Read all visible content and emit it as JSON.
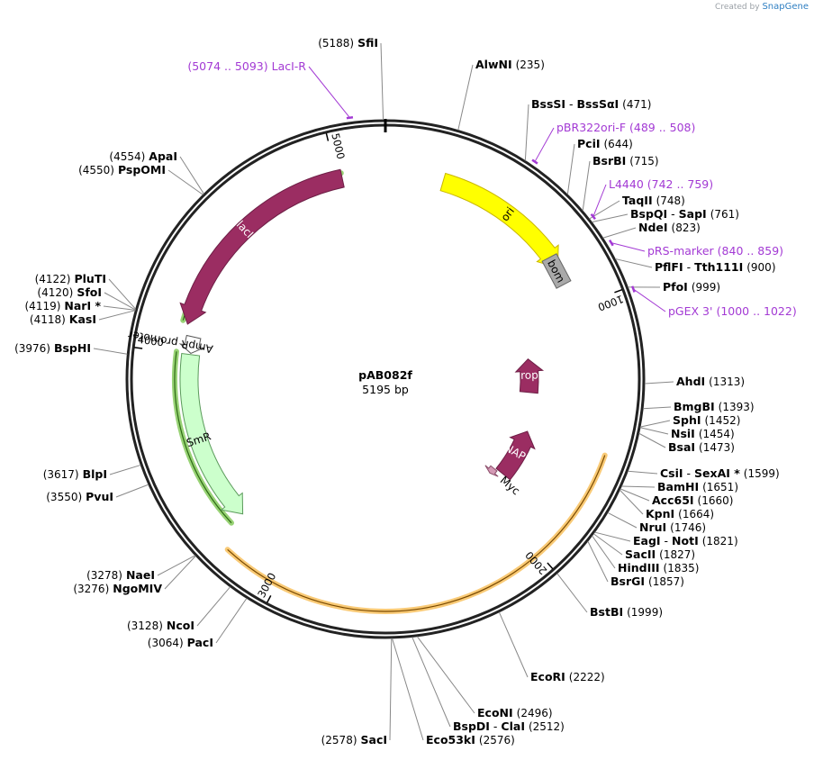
{
  "credit": {
    "prefix": "Created by",
    "brand": "SnapGene"
  },
  "plasmid": {
    "name": "pAB082f",
    "length_label": "5195 bp",
    "length": 5195
  },
  "ticks": [
    {
      "bp": 1000,
      "label": "1000"
    },
    {
      "bp": 2000,
      "label": "2000"
    },
    {
      "bp": 3000,
      "label": "3000"
    },
    {
      "bp": 4000,
      "label": "4000"
    },
    {
      "bp": 5000,
      "label": "5000"
    }
  ],
  "features": [
    {
      "id": "ori",
      "label": "ori",
      "start": 235,
      "end": 824,
      "color": "#ffff00",
      "stroke": "#c9b600",
      "text": "#000000",
      "strand": "+"
    },
    {
      "id": "rop",
      "label": "rop",
      "start": 1183,
      "end": 1375,
      "color": "#9b2d62",
      "stroke": "#6e1f46",
      "text": "#ffffff",
      "strand": "-"
    },
    {
      "id": "rnap",
      "label": "RNAP ω",
      "start": 1590,
      "end": 1860,
      "color": "#9b2d62",
      "stroke": "#6e1f46",
      "text": "#ffffff",
      "strand": "-"
    },
    {
      "id": "myc",
      "label": "Myc",
      "start": 1868,
      "end": 1904,
      "color": "#d49ab5",
      "stroke": "#8c4f6c",
      "text": "#000000",
      "strand": "+"
    },
    {
      "id": "smr",
      "label": "SmR",
      "start": 3270,
      "end": 4000,
      "color": "#ccffcc",
      "stroke": "#5a9a5a",
      "text": "#000000",
      "strand": "-"
    },
    {
      "id": "ampr",
      "label": "AmpR promoter",
      "start": 4005,
      "end": 4075,
      "color": "#ffffff",
      "stroke": "#555555",
      "text": "#000000",
      "strand": "-"
    },
    {
      "id": "laci",
      "label": "lacI",
      "start": 4120,
      "end": 5020,
      "color": "#9b2d62",
      "stroke": "#6e1f46",
      "text": "#ffffff",
      "strand": "-"
    }
  ],
  "inner_boxes": [
    {
      "id": "bom",
      "label": "bom",
      "color": "#a9a9a9",
      "text": "#000000"
    }
  ],
  "highlights": [
    {
      "id": "orange-cds",
      "start": 1575,
      "end": 3215,
      "color": "#f7b43c"
    },
    {
      "id": "green-smr",
      "start": 3275,
      "end": 4005,
      "color": "#6cbf3a"
    },
    {
      "id": "green-laci",
      "start": 4130,
      "end": 5020,
      "color": "#6cbf3a"
    }
  ],
  "primers": [
    {
      "name": "pBR322ori-F",
      "range": "(489 .. 508)",
      "bp": 498
    },
    {
      "name": "L4440",
      "range": "(742 .. 759)",
      "bp": 750
    },
    {
      "name": "pRS-marker",
      "range": "(840 .. 859)",
      "bp": 850
    },
    {
      "name": "pGEX 3'",
      "range": "(1000 .. 1022)",
      "bp": 1011
    },
    {
      "name": "LacI-R",
      "range": "(5074 .. 5093)",
      "bp": 5083
    }
  ],
  "sites": [
    {
      "names": [
        "SfiI"
      ],
      "pos": "(5188)",
      "bp": 5188,
      "side": "left"
    },
    {
      "names": [
        "AlwNI"
      ],
      "pos": "(235)",
      "bp": 235,
      "side": "right"
    },
    {
      "names": [
        "BssSI",
        "BssSαI"
      ],
      "pos": "(471)",
      "bp": 471,
      "side": "right"
    },
    {
      "names": [
        "PciI"
      ],
      "pos": "(644)",
      "bp": 644,
      "side": "right"
    },
    {
      "names": [
        "BsrBI"
      ],
      "pos": "(715)",
      "bp": 715,
      "side": "right"
    },
    {
      "names": [
        "TaqII"
      ],
      "pos": "(748)",
      "bp": 748,
      "side": "right"
    },
    {
      "names": [
        "BspQI",
        "SapI"
      ],
      "pos": "(761)",
      "bp": 761,
      "side": "right"
    },
    {
      "names": [
        "NdeI"
      ],
      "pos": "(823)",
      "bp": 823,
      "side": "right"
    },
    {
      "names": [
        "PflFI",
        "Tth111I"
      ],
      "pos": "(900)",
      "bp": 900,
      "side": "right"
    },
    {
      "names": [
        "PfoI"
      ],
      "pos": "(999)",
      "bp": 999,
      "side": "right"
    },
    {
      "names": [
        "AhdI"
      ],
      "pos": "(1313)",
      "bp": 1313,
      "side": "right"
    },
    {
      "names": [
        "BmgBI"
      ],
      "pos": "(1393)",
      "bp": 1393,
      "side": "right"
    },
    {
      "names": [
        "SphI"
      ],
      "pos": "(1452)",
      "bp": 1452,
      "side": "right"
    },
    {
      "names": [
        "NsiI"
      ],
      "pos": "(1454)",
      "bp": 1454,
      "side": "right"
    },
    {
      "names": [
        "BsaI"
      ],
      "pos": "(1473)",
      "bp": 1473,
      "side": "right"
    },
    {
      "names": [
        "CsiI",
        "SexAI *"
      ],
      "pos": "(1599)",
      "bp": 1599,
      "side": "right"
    },
    {
      "names": [
        "BamHI"
      ],
      "pos": "(1651)",
      "bp": 1651,
      "side": "right"
    },
    {
      "names": [
        "Acc65I"
      ],
      "pos": "(1660)",
      "bp": 1660,
      "side": "right"
    },
    {
      "names": [
        "KpnI"
      ],
      "pos": "(1664)",
      "bp": 1664,
      "side": "right"
    },
    {
      "names": [
        "NruI"
      ],
      "pos": "(1746)",
      "bp": 1746,
      "side": "right"
    },
    {
      "names": [
        "EagI",
        "NotI"
      ],
      "pos": "(1821)",
      "bp": 1821,
      "side": "right"
    },
    {
      "names": [
        "SacII"
      ],
      "pos": "(1827)",
      "bp": 1827,
      "side": "right"
    },
    {
      "names": [
        "HindIII"
      ],
      "pos": "(1835)",
      "bp": 1835,
      "side": "right"
    },
    {
      "names": [
        "BsrGI"
      ],
      "pos": "(1857)",
      "bp": 1857,
      "side": "right"
    },
    {
      "names": [
        "BstBI"
      ],
      "pos": "(1999)",
      "bp": 1999,
      "side": "right"
    },
    {
      "names": [
        "EcoRI"
      ],
      "pos": "(2222)",
      "bp": 2222,
      "side": "right"
    },
    {
      "names": [
        "EcoNI"
      ],
      "pos": "(2496)",
      "bp": 2496,
      "side": "right"
    },
    {
      "names": [
        "BspDI",
        "ClaI"
      ],
      "pos": "(2512)",
      "bp": 2512,
      "side": "right"
    },
    {
      "names": [
        "Eco53kI"
      ],
      "pos": "(2576)",
      "bp": 2576,
      "side": "right"
    },
    {
      "names": [
        "SacI"
      ],
      "pos": "(2578)",
      "bp": 2578,
      "side": "left"
    },
    {
      "names": [
        "PacI"
      ],
      "pos": "(3064)",
      "bp": 3064,
      "side": "left"
    },
    {
      "names": [
        "NcoI"
      ],
      "pos": "(3128)",
      "bp": 3128,
      "side": "left"
    },
    {
      "names": [
        "NgoMIV"
      ],
      "pos": "(3276)",
      "bp": 3276,
      "side": "left"
    },
    {
      "names": [
        "NaeI"
      ],
      "pos": "(3278)",
      "bp": 3278,
      "side": "left"
    },
    {
      "names": [
        "PvuI"
      ],
      "pos": "(3550)",
      "bp": 3550,
      "side": "left"
    },
    {
      "names": [
        "BlpI"
      ],
      "pos": "(3617)",
      "bp": 3617,
      "side": "left"
    },
    {
      "names": [
        "BspHI"
      ],
      "pos": "(3976)",
      "bp": 3976,
      "side": "left"
    },
    {
      "names": [
        "KasI"
      ],
      "pos": "(4118)",
      "bp": 4118,
      "side": "left"
    },
    {
      "names": [
        "NarI *"
      ],
      "pos": "(4119)",
      "bp": 4119,
      "side": "left"
    },
    {
      "names": [
        "SfoI"
      ],
      "pos": "(4120)",
      "bp": 4120,
      "side": "left"
    },
    {
      "names": [
        "PluTI"
      ],
      "pos": "(4122)",
      "bp": 4122,
      "side": "left"
    },
    {
      "names": [
        "PspOMI"
      ],
      "pos": "(4550)",
      "bp": 4550,
      "side": "left"
    },
    {
      "names": [
        "ApaI"
      ],
      "pos": "(4554)",
      "bp": 4554,
      "side": "left"
    }
  ]
}
